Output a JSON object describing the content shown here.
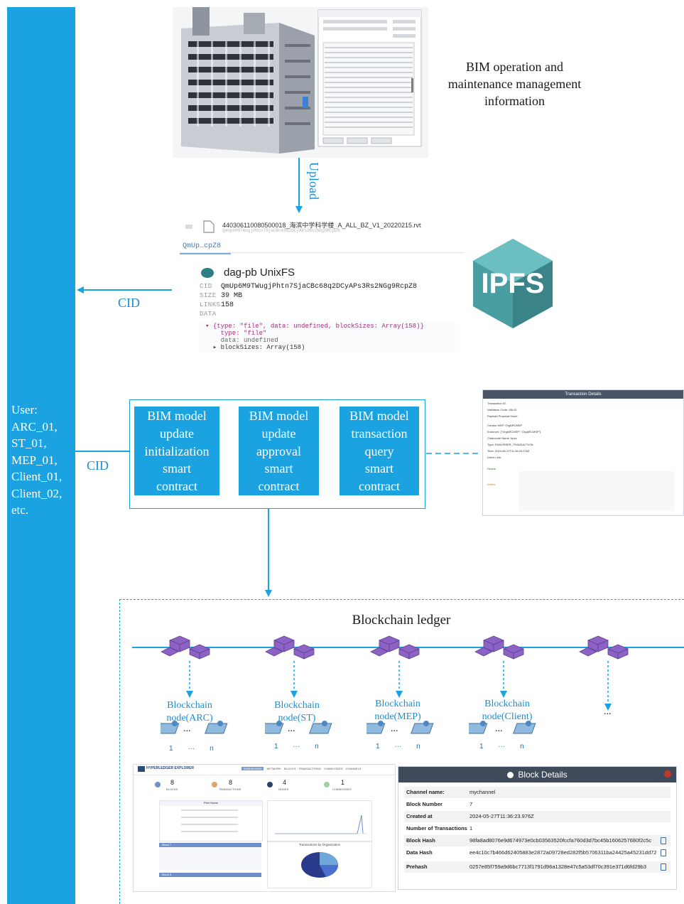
{
  "user": {
    "lines": [
      "User:",
      "ARC_01,",
      "ST_01,",
      "MEP_01,",
      "Client_01,",
      "Client_02,",
      "etc."
    ]
  },
  "labels": {
    "bim_info": [
      "BIM operation and",
      "maintenance management",
      "information"
    ],
    "upload": "Upload",
    "cid_top": "CID",
    "cid_mid": "CID",
    "ledger_title": "Blockchain ledger"
  },
  "ipfs": {
    "logo_text": "IPFS",
    "file_name": "440306110080500018_海滨中学科学楼_A_ALL_BZ_V1_20220215.rvt",
    "file_cid": "QmUp6M9TWugjPhtn7SjaCBc68q2DCyAPs3Rs2NGg9RcpZ8",
    "short_cid": "QmUp…cpZ8",
    "dag_type": "dag-pb UnixFS",
    "cid_key": "CID",
    "cid_value": "QmUp6M9TWugjPhtn7SjaCBc68q2DCyAPs3Rs2NGg9RcpZ8",
    "size_key": "SIZE",
    "size_value": "39 MB",
    "links_key": "LINKS",
    "links_value": "158",
    "data_key": "DATA",
    "code": [
      "▾ {type: \"file\", data: undefined, blockSizes: Array(158)}",
      "    type: \"file\"",
      "    data: undefined",
      "  ▸ blockSizes: Array(158)"
    ]
  },
  "contracts": [
    {
      "lines": [
        "BIM model",
        "update",
        "initialization",
        "smart",
        "contract"
      ]
    },
    {
      "lines": [
        "BIM model",
        "update",
        "approval",
        "smart",
        "contract"
      ]
    },
    {
      "lines": [
        "BIM model",
        "transaction",
        "query",
        "smart",
        "contract"
      ]
    }
  ],
  "tx_details": {
    "title": "Transaction Details",
    "rows": [
      "Transaction ID:",
      "Validation Code: VALID",
      "Payload Proposal Hash:",
      "Creator MSP: OrgARCMSP",
      "Endorser: {\"OrgARCMSP\",\"OrgARCMSP\"}",
      "Chaincode Name: bpcc",
      "Type: ENDORSER_TRANSACTION",
      "Time: 2024-05-27T11:36:23.976Z",
      "Direct Link:",
      "Reads:",
      "Writes:"
    ]
  },
  "nodes": [
    {
      "label": [
        "Blockchain",
        "node(ARC)"
      ],
      "range": [
        "1",
        "···",
        "n"
      ]
    },
    {
      "label": [
        "Blockchain",
        "node(ST)"
      ],
      "range": [
        "1",
        "···",
        "n"
      ]
    },
    {
      "label": [
        "Blockchain",
        "node(MEP)"
      ],
      "range": [
        "1",
        "···",
        "n"
      ]
    },
    {
      "label": [
        "Blockchain",
        "node(Client)"
      ],
      "range": [
        "1",
        "···",
        "n"
      ]
    }
  ],
  "node_more": "...",
  "node_dots": "...",
  "explorer": {
    "brand": "HYPERLEDGER EXPLORER",
    "nav": [
      "DASHBOARD",
      "NETWORK",
      "BLOCKS",
      "TRANSACTIONS",
      "CHAINCODES",
      "CHANNELS"
    ],
    "stats": [
      {
        "value": "8",
        "label": "BLOCKS"
      },
      {
        "value": "8",
        "label": "TRANSACTIONS"
      },
      {
        "value": "4",
        "label": "NODES"
      },
      {
        "value": "1",
        "label": "CHAINCODES"
      }
    ],
    "peer_title": "Peer Name",
    "pie_title": "Transactions by Organization",
    "block_items": [
      "Block 7",
      "Block 6"
    ]
  },
  "block_details": {
    "title": "Block Details",
    "rows": [
      {
        "key": "Channel name:",
        "value": "mychannel"
      },
      {
        "key": "Block Number",
        "value": "7"
      },
      {
        "key": "Created at",
        "value": "2024-05-27T11:36:23.976Z"
      },
      {
        "key": "Number of Transactions",
        "value": "1"
      },
      {
        "key": "Block Hash",
        "value": "98fa8ad8076e9d674973e0cb03563520fccfa760d3d7bc45b1606257680f2c5c"
      },
      {
        "key": "Data Hash",
        "value": "ee4c10c7b466d62405883e2872a09728ed282f5b5706311ba24425a45231dd72"
      },
      {
        "key": "Prehash",
        "value": "0257e85f759a9d6bc7713f1791d96a1328e47c5a53df70c391e371d6fd29b3"
      }
    ]
  },
  "colors": {
    "accent": "#1aa3e0",
    "ipfs": "#4a9ea1"
  }
}
